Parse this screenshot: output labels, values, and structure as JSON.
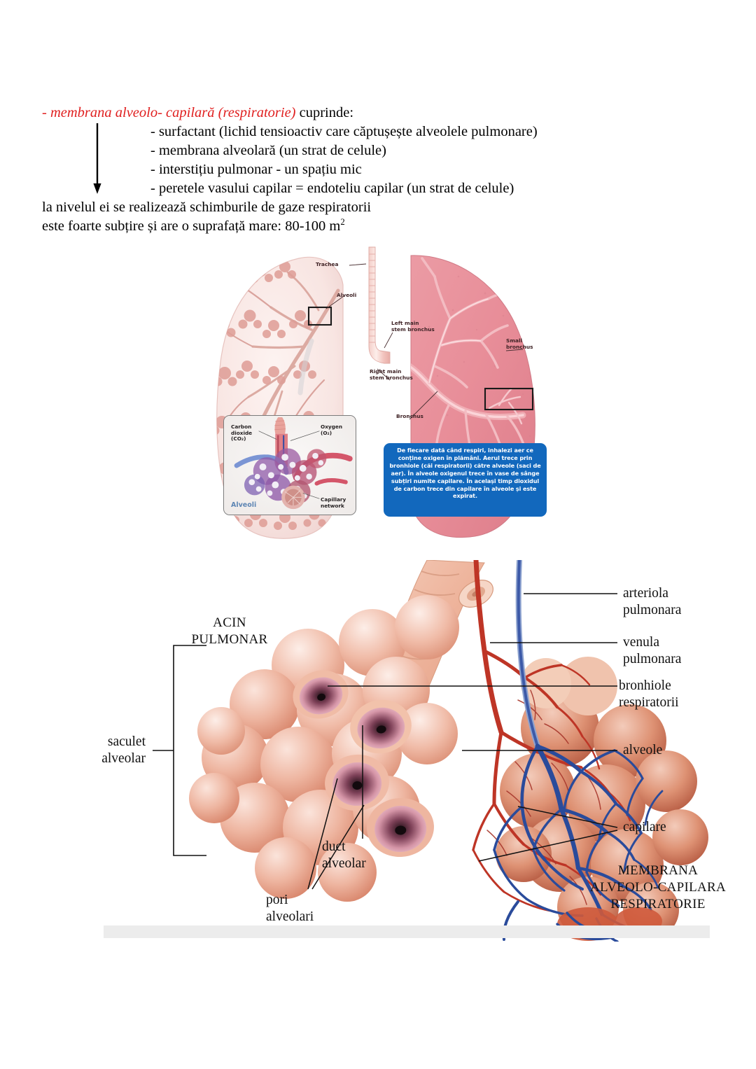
{
  "notes": {
    "line1_lead": "- membrana alveolo- capilară ",
    "line1_paren": "(respiratorie)",
    "line1_tail": " cuprinde:",
    "bullets": [
      "- surfactant (lichid tensioactiv care căptușește alveolele pulmonare)",
      "- membrana alveolară (un strat de celule)",
      "- interstițiu pulmonar - un spațiu mic",
      "- peretele vasului capilar = endoteliu capilar (un strat de celule)"
    ],
    "line_after1": "la nivelul ei se realizează schimburile de gaze respiratorii",
    "line_after2_pre": "este foarte subțire și are o suprafață mare: 80-100 m",
    "line_after2_sup": "2",
    "accent_red": "#e02020"
  },
  "figure1": {
    "caption_color": "#3f2326",
    "labels": {
      "trachea": "Trachea",
      "alveoli": "Alveoli",
      "left_main_stem_bronchus": "Left main\nstem bronchus",
      "right_main_stem_bronchus": "Right main\nstem bronchus",
      "small_bronchus": "Small\nbronchus",
      "bronchus": "Bronchus"
    },
    "inset": {
      "carbon_dioxide": "Carbon\ndioxide\n(CO₂)",
      "oxygen": "Oxygen\n(O₂)",
      "alveoli": "Alveoli",
      "capillary_network": "Capillary\nnetwork"
    },
    "callout": {
      "text": "De fiecare dată când respiri, inhalezi aer ce conține oxigen în plămâni. Aerul trece prin bronhiole (căi respiratorii) către alveole (saci de aer). În alveole oxigenul trece în vase de sânge subțiri numite capilare. În același timp dioxidul de carbon trece din capilare în alveole și este expirat.",
      "background": "#1268bd",
      "color": "#ffffff"
    },
    "colors": {
      "right_lung_pink": "#e8909a",
      "left_lung_pale": "#f7e3e0",
      "bronchi_pink": "#ef9aa4"
    }
  },
  "figure2": {
    "labels": {
      "acin_pulmonar": "ACIN\nPULMONAR",
      "saculet_alveolar": "saculet\nalveolar",
      "duct_alveolar": "duct\nalveolar",
      "pori_alveolari": "pori\nalveolari",
      "arteriola_pulmonara": "arteriola\npulmonara",
      "venula_pulmonara": "venula\npulmonara",
      "bronhiole_respiratorii": "bronhiole\nrespiratorii",
      "alveole": "alveole",
      "capilare": "capilare",
      "membrana": "MEMBRANA\nALVEOLO-CAPILARA\nRESPIRATORIE"
    },
    "colors": {
      "alveoli_salmon": "#e8a48e",
      "artery_red": "#c0392b",
      "vein_blue": "#2a4b9b"
    }
  }
}
